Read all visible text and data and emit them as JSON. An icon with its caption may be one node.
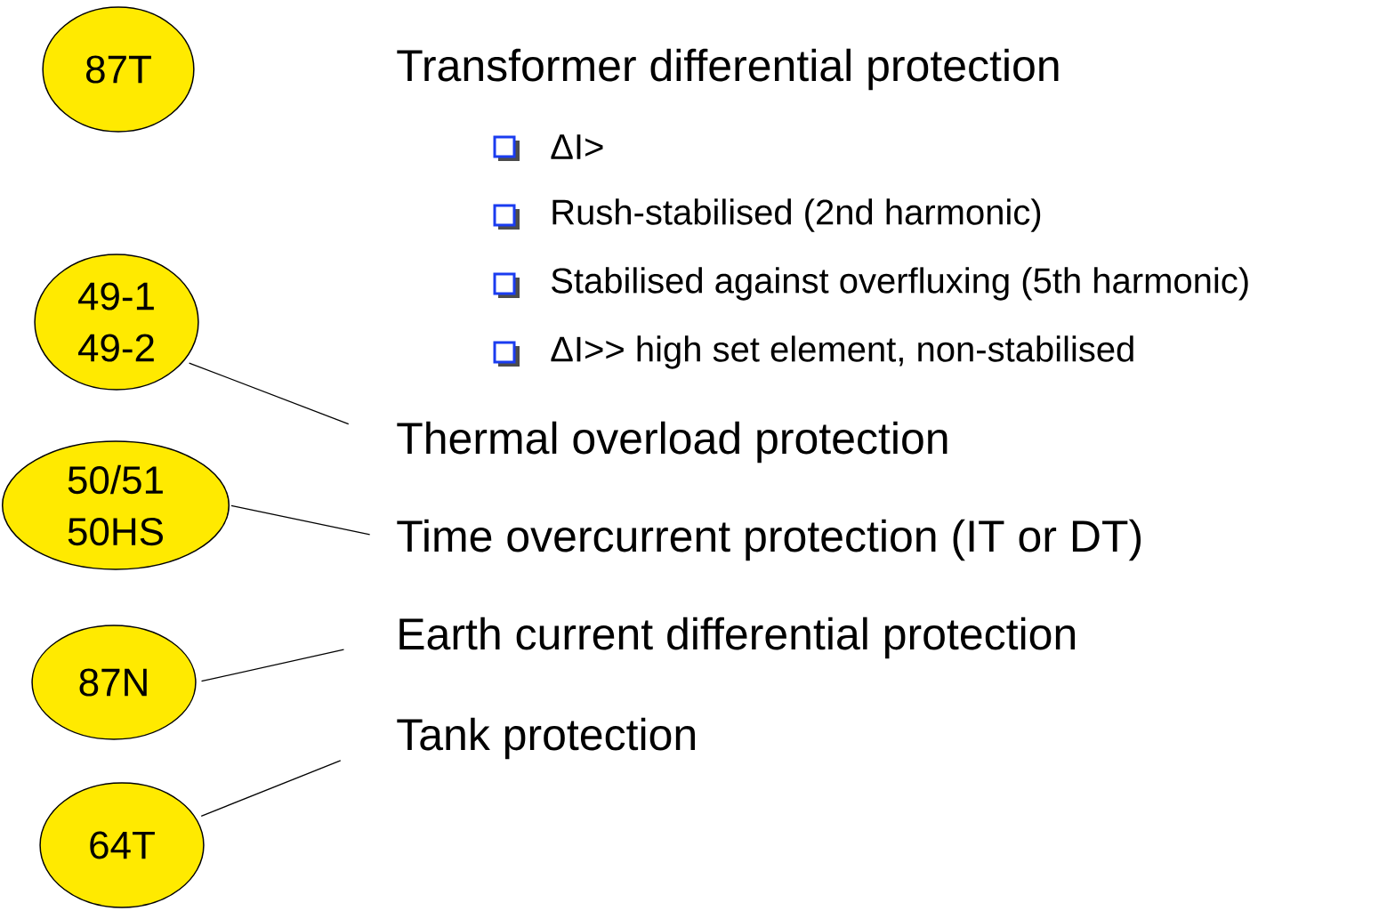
{
  "diagram": {
    "nodes": [
      {
        "text": [
          "87T"
        ]
      },
      {
        "text": [
          "49-1 49-2"
        ]
      },
      {
        "text": [
          "50/51 50HS"
        ]
      },
      {
        "text": [
          "87N"
        ]
      },
      {
        "text": [
          "64T"
        ]
      },
      {
        "text": [
          "Thermal overload protection"
        ]
      },
      {
        "text": [
          "Time overcurrent protection (IT or DT)"
        ]
      },
      {
        "text": [
          "Earth current differential protection"
        ]
      },
      {
        "text": [
          "Tank protection"
        ]
      }
    ],
    "edges": [
      {
        "from": 1,
        "to": 5,
        "arrow": "none"
      },
      {
        "from": 2,
        "to": 6,
        "arrow": "none"
      },
      {
        "from": 3,
        "to": 7,
        "arrow": "none"
      },
      {
        "from": 4,
        "to": 8,
        "arrow": "none"
      }
    ],
    "labels": [
      "Transformer differential protection",
      "ΔI>",
      "Rush-stabilised (2nd harmonic)",
      "Stabilised against overfluxing (5th harmonic)",
      "ΔI>> high set element, non-stabilised"
    ]
  }
}
